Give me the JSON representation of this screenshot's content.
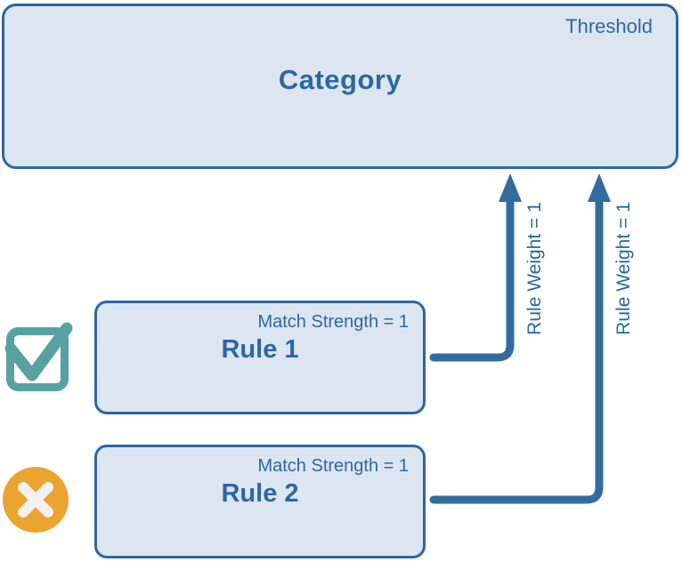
{
  "diagram": {
    "category": {
      "title": "Category",
      "threshold_label": "Threshold"
    },
    "rules": [
      {
        "name": "Rule 1",
        "match_strength_label": "Match Strength = 1",
        "weight_label": "Rule Weight = 1",
        "status_icon": "checkmark-icon"
      },
      {
        "name": "Rule 2",
        "match_strength_label": "Match Strength = 1",
        "weight_label": "Rule Weight = 1",
        "status_icon": "x-circle-icon"
      }
    ],
    "colors": {
      "box_fill": "#dce6f1",
      "box_border": "#2d66a3",
      "text_blue": "#2c67a5",
      "arrow_blue": "#336b9e",
      "check_teal": "#58a1a1",
      "x_orange": "#eaa42f",
      "x_glyph": "#f2f2f2"
    }
  }
}
